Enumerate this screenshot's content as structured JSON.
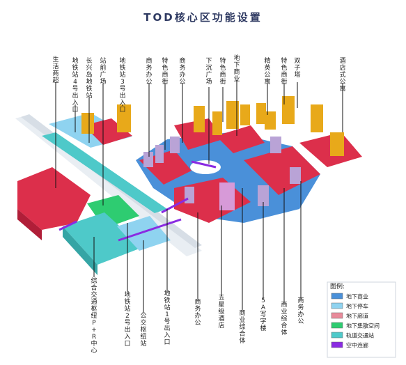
{
  "title": "TOD核心区功能设置",
  "top_labels": [
    "生活商超",
    "地铁站4号出入口",
    "长兴岛地铁站",
    "站前广场",
    "地铁站3号出入口",
    "商务办公",
    "特色商街",
    "商务办公",
    "下沉广场",
    "特色商街",
    "地下商业",
    "精英公寓",
    "特色商街",
    "双子塔",
    "酒店式公寓"
  ],
  "bottom_labels": [
    "综合交通枢纽P+R中心",
    "地铁站2号出入口",
    "公交枢纽站",
    "地铁站1号出入口",
    "商务办公",
    "五星级酒店",
    "商业综合体",
    "5A写字楼",
    "商业综合体",
    "商务办公"
  ],
  "legend": {
    "title": "图例:",
    "items": [
      {
        "label": "地下商业",
        "color": "#4a90d9"
      },
      {
        "label": "地下停车",
        "color": "#8fd3f0"
      },
      {
        "label": "地下廊道",
        "color": "#e88a9a"
      },
      {
        "label": "地下集散空间",
        "color": "#2ecc71"
      },
      {
        "label": "轨道交通站",
        "color": "#4ec9c9"
      },
      {
        "label": "空中连廊",
        "color": "#8a2be2"
      }
    ]
  }
}
